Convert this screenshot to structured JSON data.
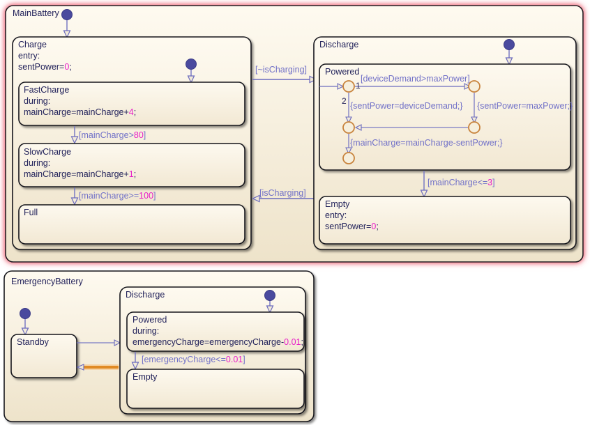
{
  "diagram": {
    "type": "stateflow-chart",
    "background": "#ffffff",
    "state_fill_top": "#fdf8ec",
    "state_fill_bottom": "#efe4cc",
    "state_border": "#16161c",
    "transition_color": "#7272c8",
    "default_dot_color": "#4a4a9e",
    "junction_color": "#c8833c",
    "highlight_color": "#e08a24",
    "highlight_glow": "#f3c58a",
    "selected_glow": "#f4a0a8",
    "text_color": "#23235b",
    "literal_color": "#e81ec8"
  },
  "charts": [
    {
      "name": "MainBattery",
      "selected": true,
      "states": [
        {
          "name": "Charge",
          "actions": [
            {
              "keyword": "entry:",
              "lines": [
                {
                  "prefix": "sentPower=",
                  "literal": "0",
                  "suffix": ";"
                }
              ]
            }
          ],
          "substates": [
            {
              "name": "FastCharge",
              "actions": [
                {
                  "keyword": "during:",
                  "lines": [
                    {
                      "prefix": "mainCharge=mainCharge+",
                      "literal": "4",
                      "suffix": ";"
                    }
                  ]
                }
              ]
            },
            {
              "name": "SlowCharge",
              "actions": [
                {
                  "keyword": "during:",
                  "lines": [
                    {
                      "prefix": "mainCharge=mainCharge+",
                      "literal": "1",
                      "suffix": ";"
                    }
                  ]
                }
              ]
            },
            {
              "name": "Full",
              "actions": []
            }
          ],
          "transitions": [
            {
              "label_prefix": "[mainCharge>",
              "label_literal": "80",
              "label_suffix": "]",
              "from": "FastCharge",
              "to": "SlowCharge"
            },
            {
              "label_prefix": "[mainCharge>=",
              "label_literal": "100",
              "label_suffix": "]",
              "from": "SlowCharge",
              "to": "Full"
            }
          ]
        },
        {
          "name": "Discharge",
          "actions": [],
          "substates": [
            {
              "name": "Powered",
              "actions": [],
              "junction_labels": [
                {
                  "text": "1"
                },
                {
                  "text": "2"
                }
              ],
              "junction_transitions": [
                {
                  "label": "[deviceDemand>maxPower]"
                },
                {
                  "label": "{sentPower=deviceDemand;}"
                },
                {
                  "label": "{sentPower=maxPower;}"
                },
                {
                  "label": "{mainCharge=mainCharge-sentPower;}"
                }
              ]
            },
            {
              "name": "Empty",
              "actions": [
                {
                  "keyword": "entry:",
                  "lines": [
                    {
                      "prefix": "sentPower=",
                      "literal": "0",
                      "suffix": ";"
                    }
                  ]
                }
              ]
            }
          ],
          "transitions": [
            {
              "label_prefix": "[mainCharge<=",
              "label_literal": "3",
              "label_suffix": "]",
              "from": "Powered",
              "to": "Empty"
            }
          ]
        }
      ],
      "transitions": [
        {
          "label": "[~isCharging]",
          "from": "Charge",
          "to": "Discharge"
        },
        {
          "label": "[isCharging]",
          "from": "Discharge",
          "to": "Charge"
        }
      ]
    },
    {
      "name": "EmergencyBattery",
      "selected": false,
      "states": [
        {
          "name": "Standby",
          "actions": []
        },
        {
          "name": "Discharge",
          "actions": [],
          "substates": [
            {
              "name": "Powered",
              "actions": [
                {
                  "keyword": "during:",
                  "lines": [
                    {
                      "prefix": "emergencyCharge=emergencyCharge-",
                      "literal": "0.01",
                      "suffix": ";"
                    }
                  ]
                }
              ]
            },
            {
              "name": "Empty",
              "actions": []
            }
          ],
          "transitions": [
            {
              "label_prefix": "[emergencyCharge<=",
              "label_literal": "0.01",
              "label_suffix": "]",
              "from": "Powered",
              "to": "Empty"
            }
          ]
        }
      ],
      "transitions": [
        {
          "label": "",
          "from": "Standby",
          "to": "Discharge"
        },
        {
          "label": "",
          "from": "Discharge",
          "to": "Standby",
          "highlighted": true
        }
      ]
    }
  ],
  "labels": {
    "main_battery": "MainBattery",
    "charge": "Charge",
    "charge_entry": "entry:",
    "charge_entry_prefix": "sentPower=",
    "charge_entry_literal": "0",
    "charge_entry_suffix": ";",
    "fastcharge": "FastCharge",
    "fastcharge_during": "during:",
    "fastcharge_prefix": "mainCharge=mainCharge+",
    "fastcharge_literal": "4",
    "fastcharge_suffix": ";",
    "t_fast_slow_prefix": "[mainCharge>",
    "t_fast_slow_literal": "80",
    "t_fast_slow_suffix": "]",
    "slowcharge": "SlowCharge",
    "slowcharge_during": "during:",
    "slowcharge_prefix": "mainCharge=mainCharge+",
    "slowcharge_literal": "1",
    "slowcharge_suffix": ";",
    "t_slow_full_prefix": "[mainCharge>=",
    "t_slow_full_literal": "100",
    "t_slow_full_suffix": "]",
    "full": "Full",
    "t_not_charging": "[~isCharging]",
    "t_is_charging": "[isCharging]",
    "discharge": "Discharge",
    "powered": "Powered",
    "j_one": "1",
    "j_two": "2",
    "t_device_demand": "[deviceDemand>maxPower]",
    "a_sent_device": "{sentPower=deviceDemand;}",
    "a_sent_max": "{sentPower=maxPower;}",
    "a_main_minus": "{mainCharge=mainCharge-sentPower;}",
    "t_main_le3_prefix": "[mainCharge<=",
    "t_main_le3_literal": "3",
    "t_main_le3_suffix": "]",
    "empty": "Empty",
    "empty_entry": "entry:",
    "empty_entry_prefix": "sentPower=",
    "empty_entry_literal": "0",
    "empty_entry_suffix": ";",
    "emergency_battery": "EmergencyBattery",
    "standby": "Standby",
    "e_discharge": "Discharge",
    "e_powered": "Powered",
    "e_powered_during": "during:",
    "e_powered_prefix": "emergencyCharge=emergencyCharge-",
    "e_powered_literal": "0.01",
    "e_powered_suffix": ";",
    "t_emerg_prefix": "[emergencyCharge<=",
    "t_emerg_literal": "0.01",
    "t_emerg_suffix": "]",
    "e_empty": "Empty"
  }
}
